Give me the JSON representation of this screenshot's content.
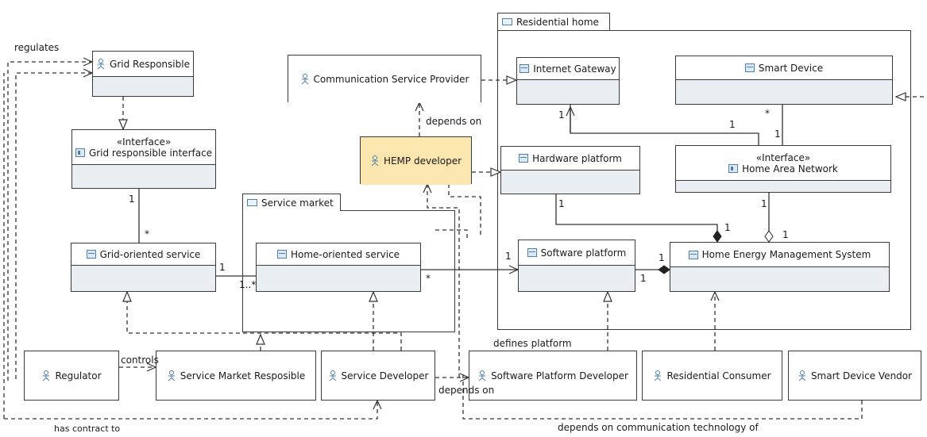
{
  "packages": {
    "residential_home": "Residential home",
    "service_market": "Service market"
  },
  "classes": {
    "grid_responsible": "Grid Responsible",
    "grid_interface_stereotype": "«Interface»",
    "grid_interface": "Grid responsible interface",
    "grid_oriented_service": "Grid-oriented service",
    "home_oriented_service": "Home-oriented service",
    "communication_service_provider": "Communication Service Provider",
    "hemp_developer": "HEMP developer",
    "internet_gateway": "Internet Gateway",
    "smart_device": "Smart Device",
    "hardware_platform": "Hardware platform",
    "han_stereotype": "«Interface»",
    "home_area_network": "Home Area Network",
    "software_platform": "Software platform",
    "hems": "Home Energy Management System",
    "regulator": "Regulator",
    "service_market_responsible": "Service Market Resposible",
    "service_developer": "Service Developer",
    "software_platform_developer": "Software Platform Developer",
    "residential_consumer": "Residential Consumer",
    "smart_device_vendor": "Smart Device Vendor"
  },
  "labels": {
    "regulates": "regulates",
    "depends_on_1": "depends on",
    "controls": "controls",
    "defines_platform": "defines platform",
    "depends_on_2": "depends on",
    "has_contract_to": "has contract to",
    "depends_on_comm": "depends on communication technology of"
  },
  "multiplicities": {
    "m_grid_if_1": "1",
    "m_grid_if_star": "*",
    "m_grid_svc_1": "1",
    "m_home_svc_1star": "1..*",
    "m_home_svc_star": "*",
    "m_sw_1": "1",
    "m_ig_1": "1",
    "m_sd_1": "1",
    "m_sd_star": "*",
    "m_sd_1b": "1",
    "m_hw_1": "1",
    "m_hems_hw_1": "1",
    "m_han_1": "1",
    "m_hems_han_1": "1",
    "m_sw_hems_1": "1",
    "m_hems_1": "1"
  }
}
